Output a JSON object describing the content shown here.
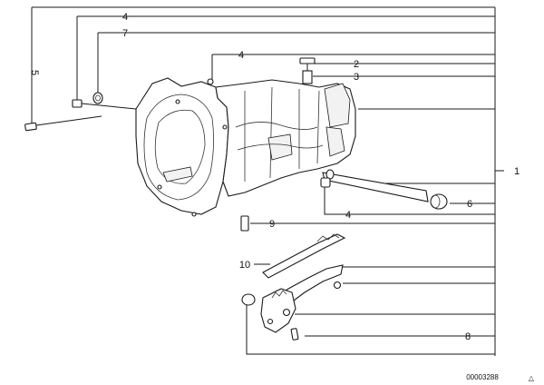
{
  "diagram": {
    "callouts": [
      {
        "id": "c1",
        "label": "1"
      },
      {
        "id": "c2",
        "label": "2"
      },
      {
        "id": "c3",
        "label": "3"
      },
      {
        "id": "c4a",
        "label": "4"
      },
      {
        "id": "c4b",
        "label": "4"
      },
      {
        "id": "c4c",
        "label": "4"
      },
      {
        "id": "c5",
        "label": "5"
      },
      {
        "id": "c6",
        "label": "6"
      },
      {
        "id": "c7",
        "label": "7"
      },
      {
        "id": "c8",
        "label": "8"
      },
      {
        "id": "c9",
        "label": "9"
      },
      {
        "id": "c10",
        "label": "10"
      }
    ],
    "document_number": "00003288",
    "corner_symbol": "△"
  }
}
